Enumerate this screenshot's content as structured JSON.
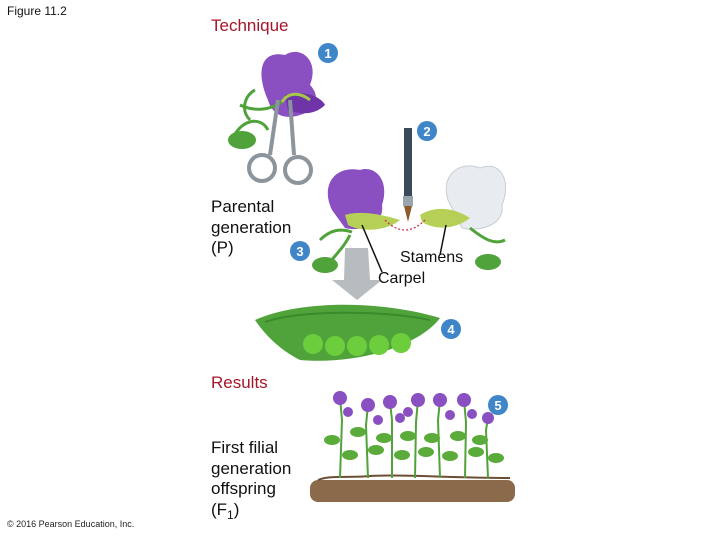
{
  "figure_label": "Figure 11.2",
  "technique_title": "Technique",
  "results_title": "Results",
  "parental_label": [
    "Parental",
    "generation",
    "(P)"
  ],
  "offspring_label": [
    "First filial",
    "generation",
    "offspring"
  ],
  "offspring_symbol": {
    "main": "(F",
    "sub": "1",
    "close": ")"
  },
  "stamens_label": "Stamens",
  "carpel_label": "Carpel",
  "step_numbers": [
    "1",
    "2",
    "3",
    "4",
    "5"
  ],
  "copyright": "© 2016 Pearson Education, Inc.",
  "colors": {
    "accent_red": "#a5162a",
    "step_blue": "#3f86c8",
    "purple_flower": "#8a4fc0",
    "white_flower": "#e8ecf0",
    "leaf_green": "#4fa33a",
    "pea_green": "#5bbd34",
    "soil_brown": "#8b6a4c"
  }
}
